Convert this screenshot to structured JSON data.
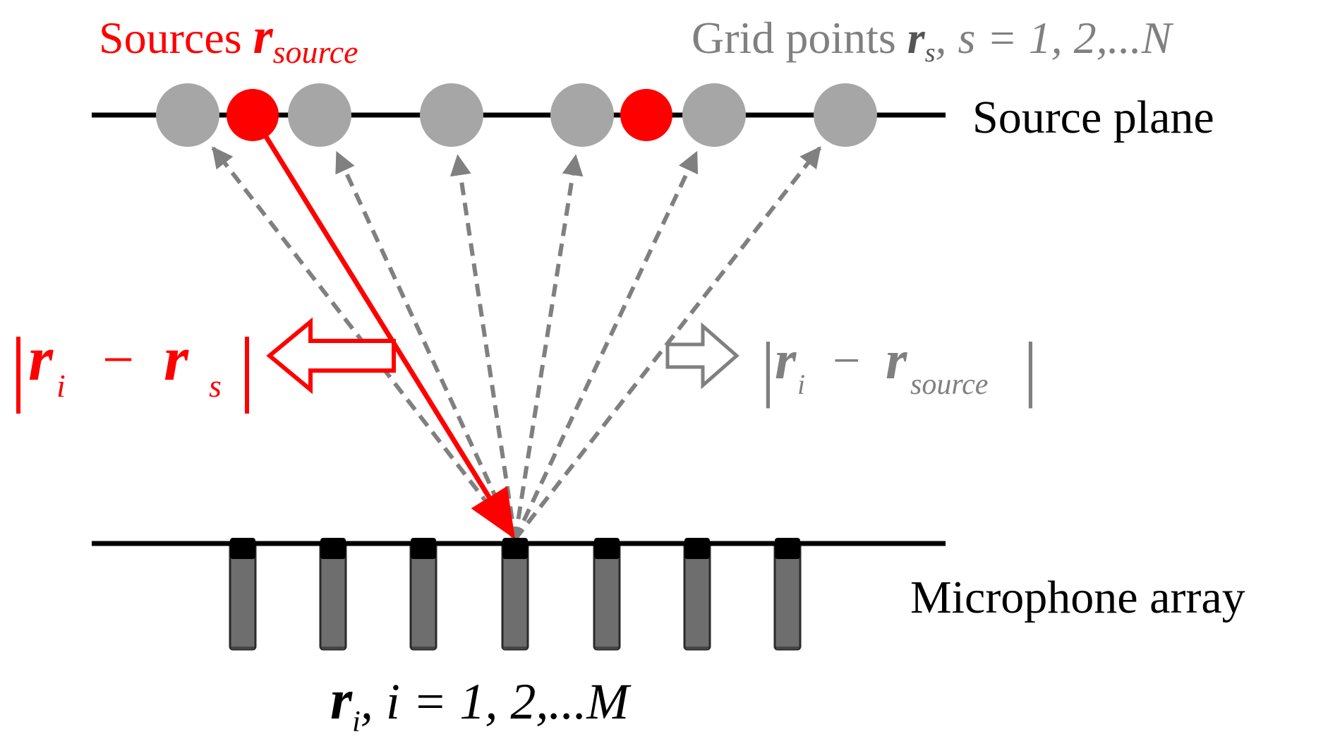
{
  "labels": {
    "sources_prefix": "Sources ",
    "sources_var": "r",
    "sources_sub": "source",
    "grid_prefix": "Grid points ",
    "grid_var": "r",
    "grid_sub": "s",
    "grid_suffix": ", s = 1, 2,...N",
    "source_plane": "Source plane",
    "microphone_array": "Microphone array",
    "mic_var": "r",
    "mic_sub": "i",
    "mic_suffix": ", i = 1, 2,...M"
  },
  "formulas": {
    "left_bar_open": "|",
    "left_var_a": "r",
    "left_sub_a": "i",
    "left_minus": "−",
    "left_var_b": "r",
    "left_sub_b": "s",
    "left_bar_close": "|",
    "right_bar_open": "|",
    "right_var_a": "r",
    "right_sub_a": "i",
    "right_minus": "−",
    "right_var_b": "r",
    "right_sub_b": "source",
    "right_bar_close": "|"
  },
  "colors": {
    "source": "#ff0000",
    "grid": "#a6a6a6",
    "dashed": "#808080",
    "line": "#000000",
    "mic_body": "#6e6e6e",
    "mic_cap": "#000000",
    "formula_right": "#808080"
  },
  "grid_points": [
    {
      "kind": "grid"
    },
    {
      "kind": "source"
    },
    {
      "kind": "grid"
    },
    {
      "kind": "grid"
    },
    {
      "kind": "grid"
    },
    {
      "kind": "source"
    },
    {
      "kind": "grid"
    },
    {
      "kind": "grid"
    }
  ],
  "microphones": [
    {
      "index": 1
    },
    {
      "index": 2
    },
    {
      "index": 3
    },
    {
      "index": 4
    },
    {
      "index": 5
    },
    {
      "index": 6
    },
    {
      "index": 7
    }
  ]
}
